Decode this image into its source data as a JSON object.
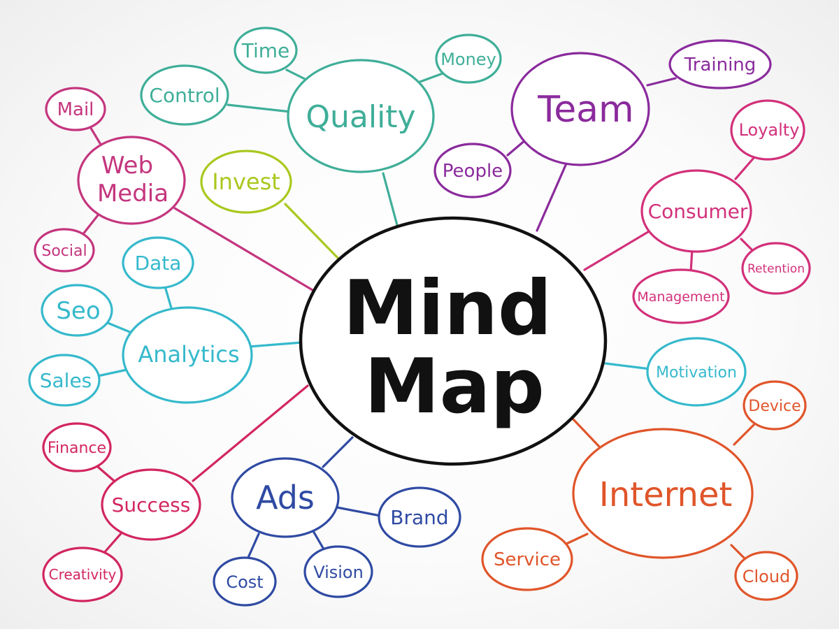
{
  "colors": {
    "teal": "#3fae98",
    "purple": "#8a2a9c",
    "magenta": "#c4357e",
    "lime": "#a9c81e",
    "cyan": "#35b9cc",
    "crimson": "#d2265e",
    "navy": "#2f4aa3",
    "orange": "#e0552a",
    "black": "#111111"
  },
  "center": {
    "line1": "Mind",
    "line2": "Map"
  },
  "nodes": {
    "quality": "Quality",
    "time": "Time",
    "money": "Money",
    "control": "Control",
    "team": "Team",
    "training": "Training",
    "people": "People",
    "web_media_1": "Web",
    "web_media_2": "Media",
    "mail": "Mail",
    "social": "Social",
    "invest": "Invest",
    "consumer": "Consumer",
    "loyalty": "Loyalty",
    "retention": "Retention",
    "management": "Management",
    "analytics": "Analytics",
    "data": "Data",
    "seo": "Seo",
    "sales": "Sales",
    "motivation": "Motivation",
    "success": "Success",
    "finance": "Finance",
    "creativity": "Creativity",
    "ads": "Ads",
    "brand": "Brand",
    "vision": "Vision",
    "cost": "Cost",
    "internet": "Internet",
    "device": "Device",
    "service": "Service",
    "cloud": "Cloud"
  }
}
